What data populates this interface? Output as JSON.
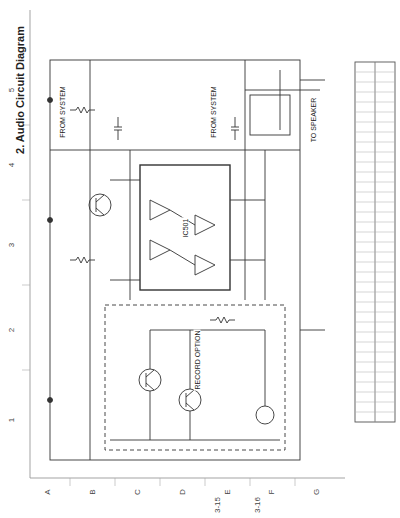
{
  "diagram": {
    "title": "2. Audio Circuit Diagram",
    "labels": [
      "RECORD OPTION",
      "A",
      "B",
      "C",
      "D",
      "E",
      "F",
      "G",
      "5",
      "4",
      "3",
      "2",
      "1",
      "3-15",
      "3-16",
      "FROM SYSTEM",
      "FROM SYSTEM",
      "TO SPEAKER",
      "IC501"
    ]
  }
}
